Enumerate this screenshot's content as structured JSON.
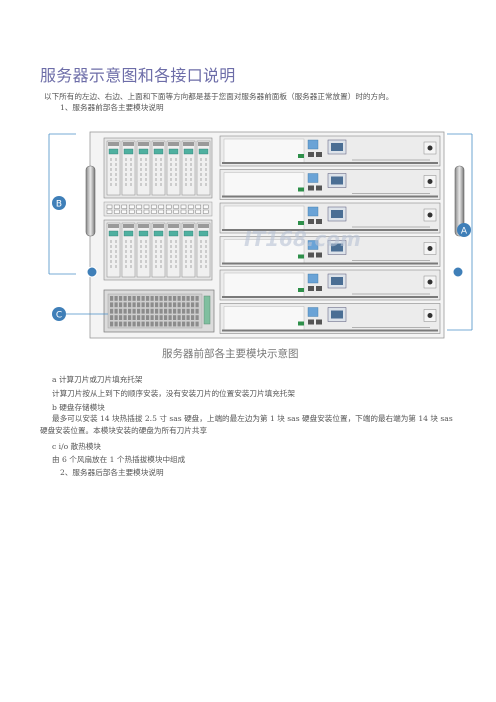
{
  "doc": {
    "title": "服务器示意图和各接口说明",
    "intro": "以下所有的左边、右边、上面和下面等方向都是基于您面对服务器前面板（服务器正常放置）时的方向。",
    "section1": "1、服务器前部各主要模块说明",
    "caption": "服务器前部各主要模块示意图",
    "item_a_title": "a  计算刀片或刀片填充托架",
    "item_a_desc": "计算刀片按从上到下的顺序安装，没有安装刀片的位置安装刀片填充托架",
    "item_b_title": "b  硬盘存储模块",
    "item_b_desc": "最多可以安装 14  块热插拔 2.5  寸 sas  硬盘，上端的最左边为第 1  块 sas  硬盘安装位置，下端的最右端为第 14 块 sas  硬盘安装位置。本模块安装的硬盘为所有刀片共享",
    "item_c_title": "c  i/o  散热模块",
    "item_c_desc": "由 6  个风扇放在 1  个热插拔模块中组成",
    "section2": "2、服务器后部各主要模块说明"
  },
  "figure": {
    "labels": {
      "A": "A",
      "B": "B",
      "C": "C"
    },
    "watermark": "IT168.com",
    "accent": "#4a8fc7"
  }
}
